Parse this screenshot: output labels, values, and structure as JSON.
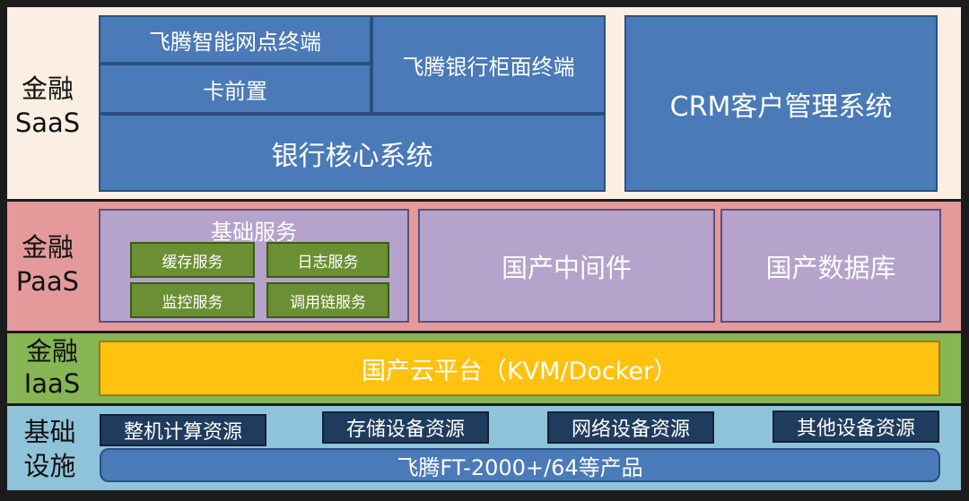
{
  "saas": {
    "label_line1": "金融",
    "label_line2": "SaaS",
    "box_smart_terminal": "飞腾智能网点终端",
    "box_counter_terminal": "飞腾银行柜面终端",
    "box_card_front": "卡前置",
    "box_core_system": "银行核心系统",
    "box_crm": "CRM客户管理系统"
  },
  "paas": {
    "label_line1": "金融",
    "label_line2": "PaaS",
    "basic_services_title": "基础服务",
    "service_cache": "缓存服务",
    "service_log": "日志服务",
    "service_monitor": "监控服务",
    "service_trace": "调用链服务",
    "box_middleware": "国产中间件",
    "box_database": "国产数据库"
  },
  "iaas": {
    "label_line1": "金融",
    "label_line2": "IaaS",
    "box_cloud_platform": "国产云平台（KVM/Docker）"
  },
  "infra": {
    "label_line1": "基础",
    "label_line2": "设施",
    "res_compute": "整机计算资源",
    "res_storage": "存储设备资源",
    "res_network": "网络设备资源",
    "res_other": "其他设备资源",
    "product_strip": "飞腾FT-2000+/64等产品"
  },
  "colors": {
    "saas_bg": "#fbeee3",
    "paas_bg": "#e49a9b",
    "iaas_bg": "#86b653",
    "infra_bg": "#8ec3d9",
    "blue_box": "#4a7ab8",
    "purple_box": "#b5a3cc",
    "green_box": "#6b8f33",
    "navy_box": "#1f3c5e",
    "yellow_box": "#ffc20e"
  }
}
